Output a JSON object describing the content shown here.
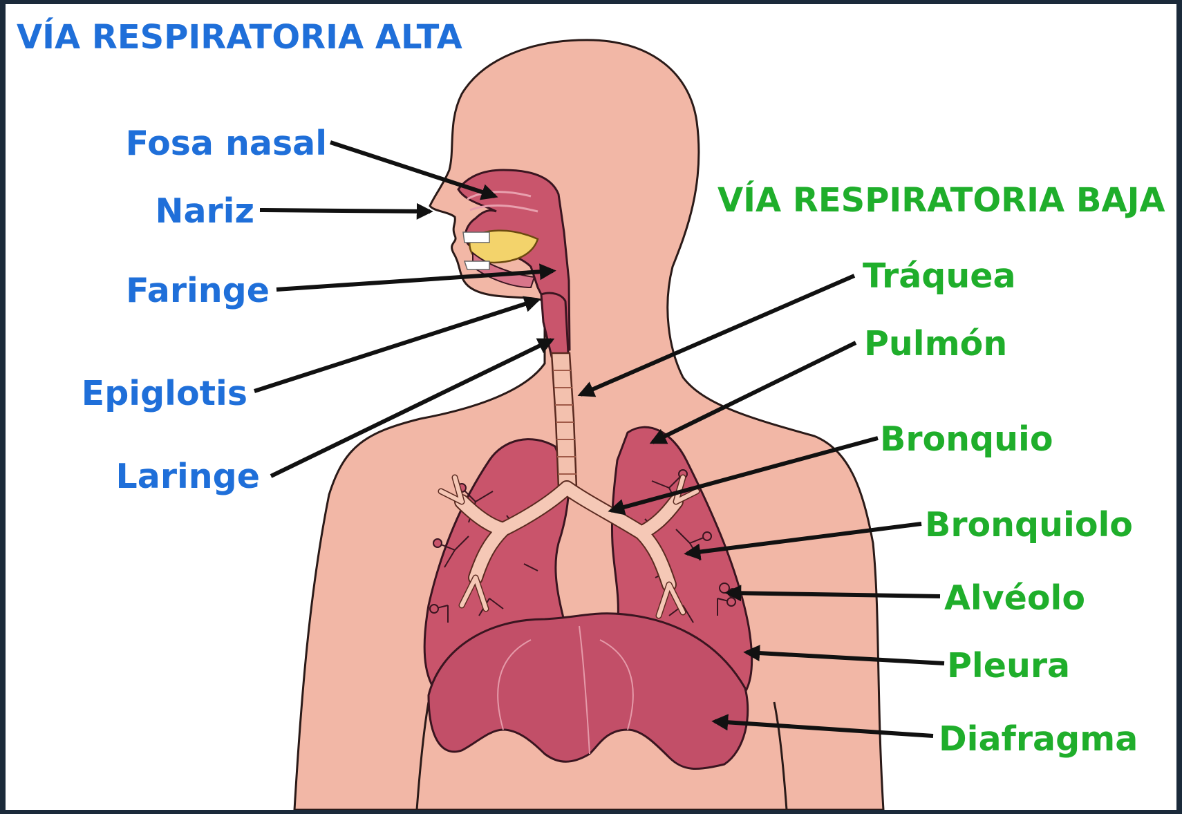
{
  "colors": {
    "upper_tract_text": "#1f6fd9",
    "lower_tract_text": "#1fae2b",
    "skin": "#f2b7a6",
    "organ": "#c9556c",
    "frame_border": "#1b2a3a"
  },
  "headers": {
    "upper": "VÍA RESPIRATORIA ALTA",
    "lower": "VÍA RESPIRATORIA BAJA"
  },
  "labels": {
    "upper": [
      {
        "id": "fosa-nasal",
        "text": "Fosa nasal"
      },
      {
        "id": "nariz",
        "text": "Nariz"
      },
      {
        "id": "faringe",
        "text": "Faringe"
      },
      {
        "id": "epiglotis",
        "text": "Epiglotis"
      },
      {
        "id": "laringe",
        "text": "Laringe"
      }
    ],
    "lower": [
      {
        "id": "traquea",
        "text": "Tráquea"
      },
      {
        "id": "pulmon",
        "text": "Pulmón"
      },
      {
        "id": "bronquio",
        "text": "Bronquio"
      },
      {
        "id": "bronquiolo",
        "text": "Bronquiolo"
      },
      {
        "id": "alveolo",
        "text": "Alvéolo"
      },
      {
        "id": "pleura",
        "text": "Pleura"
      },
      {
        "id": "diafragma",
        "text": "Diafragma"
      }
    ]
  }
}
